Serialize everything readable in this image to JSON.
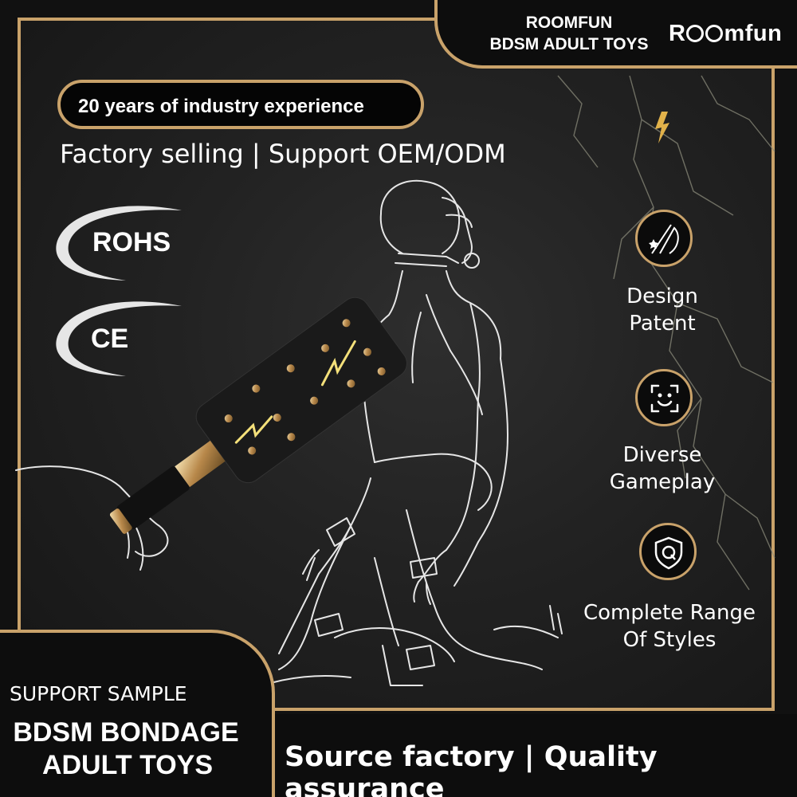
{
  "header": {
    "line1": "ROOMFUN",
    "line2": "BDSM ADULT TOYS",
    "logo_text": "Roomfun"
  },
  "hero": {
    "experience_pill": "20 years of industry experience",
    "subtitle": "Factory selling | Support OEM/ODM"
  },
  "certifications": [
    {
      "label": "ROHS"
    },
    {
      "label": "CE"
    }
  ],
  "features": [
    {
      "icon": "shooting-star-icon",
      "line1": "Design",
      "line2": "Patent"
    },
    {
      "icon": "play-face-icon",
      "line1": "Diverse",
      "line2": "Gameplay"
    },
    {
      "icon": "shield-q-icon",
      "line1": "Complete Range",
      "line2": "Of Styles"
    }
  ],
  "bottom_left": {
    "sample": "SUPPORT SAMPLE",
    "title_line1": "BDSM BONDAGE",
    "title_line2": "ADULT TOYS"
  },
  "bottom_bar": {
    "text": "Source factory | Quality assurance"
  },
  "colors": {
    "gold": "#c9a26a",
    "background": "#1e1e1e",
    "text": "#ffffff",
    "lightning": "#e8d36a"
  }
}
